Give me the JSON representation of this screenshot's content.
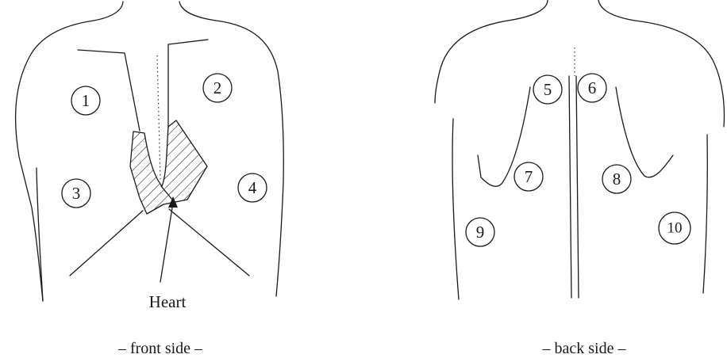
{
  "heart_label": "Heart",
  "captions": {
    "front": "– front side –",
    "back": "– back side –"
  },
  "markers": {
    "m1": "1",
    "m2": "2",
    "m3": "3",
    "m4": "4",
    "m5": "5",
    "m6": "6",
    "m7": "7",
    "m8": "8",
    "m9": "9",
    "m10": "10"
  }
}
